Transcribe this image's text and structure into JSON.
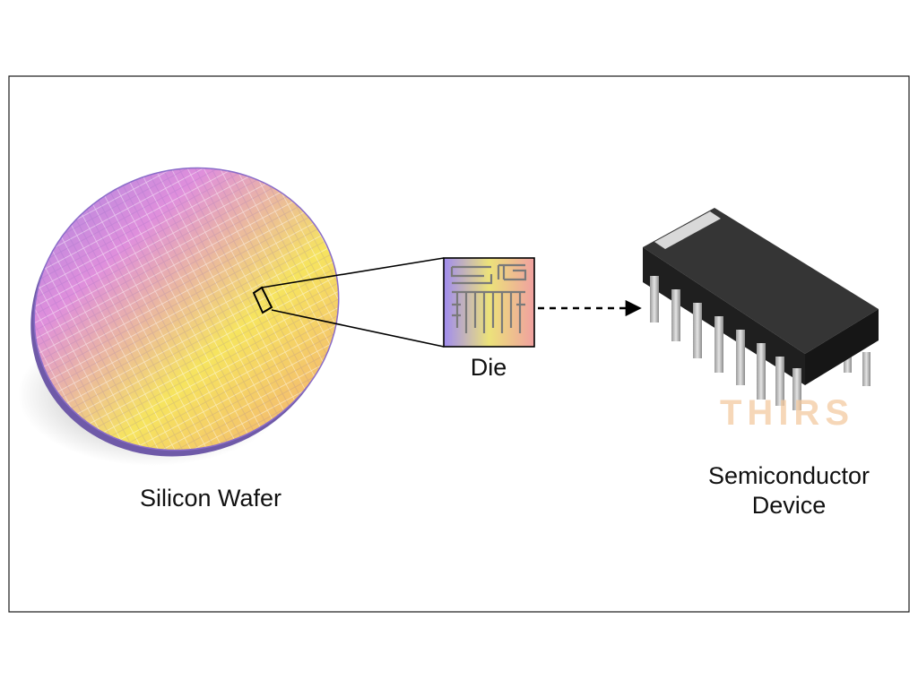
{
  "labels": {
    "wafer": "Silicon Wafer",
    "die": "Die",
    "device_line1": "Semiconductor",
    "device_line2": "Device"
  },
  "watermark": "THIRS",
  "colors": {
    "frame": "#1a1a1a",
    "chip_body": "#2b2b2b",
    "chip_label_strip": "#d9d9d9",
    "pins": "#b7b7b7",
    "watermark": "#f3c9a0",
    "wafer_gradient": [
      "#a98fe6",
      "#e29adf",
      "#f8e96a",
      "#f2a07e"
    ]
  }
}
